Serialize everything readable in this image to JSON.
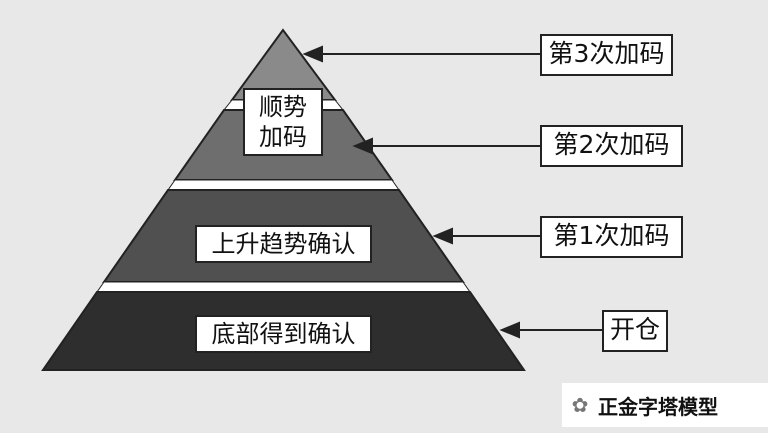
{
  "pyramid": {
    "layers": [
      {
        "label": "顺势\n加码"
      },
      {
        "label": "上升趋势确认"
      },
      {
        "label": "底部得到确认"
      }
    ]
  },
  "callouts": [
    {
      "label": "第3次加码"
    },
    {
      "label": "第2次加码"
    },
    {
      "label": "第1次加码"
    },
    {
      "label": "开仓"
    }
  ],
  "watermark": {
    "text": "正金字塔模型",
    "icon": "wechat-icon"
  },
  "colors": {
    "top": "#8a8a8a",
    "upper": "#6e6e6e",
    "middle": "#505050",
    "bottom": "#2e2e2e",
    "band": "#ffffff",
    "background": "#e8e8e8"
  }
}
